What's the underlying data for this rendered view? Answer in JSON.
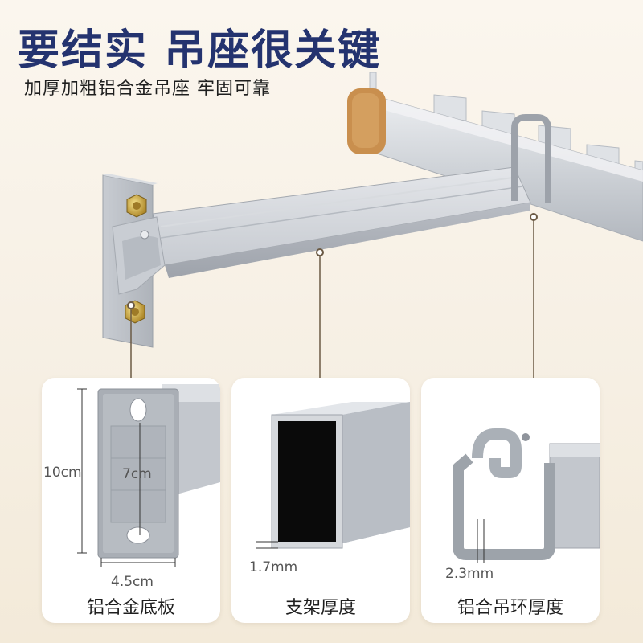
{
  "header": {
    "headline": "要结实 吊座很关键",
    "subline": "加厚加粗铝合金吊座 牢固可靠"
  },
  "cards": [
    {
      "label": "铝合金底板",
      "dims": {
        "height": "10cm",
        "inner": "7cm",
        "width": "4.5cm"
      }
    },
    {
      "label": "支架厚度",
      "dims": {
        "thickness": "1.7mm"
      }
    },
    {
      "label": "铝合吊环厚度",
      "dims": {
        "thickness": "2.3mm"
      }
    }
  ],
  "colors": {
    "headline": "#24336f",
    "aluminum": "#c3c7cd",
    "end_cap": "#c98f4e",
    "callout_line": "#6b5a45"
  }
}
